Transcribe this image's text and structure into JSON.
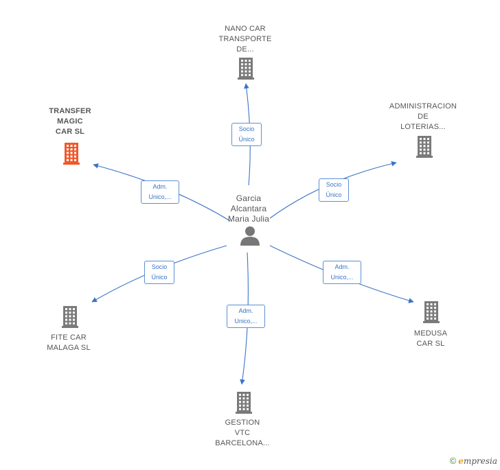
{
  "center": {
    "name": "Garcia\nAlcantara\nMaria Julia",
    "icon": "person-icon"
  },
  "nodes": [
    {
      "id": "nano",
      "name": "NANO CAR\nTRANSPORTE\nDE...",
      "icon": "building-icon",
      "color": "#7a7a7a",
      "relation": "Socio\nÚnico"
    },
    {
      "id": "admin",
      "name": "ADMINISTRACION\nDE\nLOTERIAS...",
      "icon": "building-icon",
      "color": "#7a7a7a",
      "relation": "Socio\nÚnico"
    },
    {
      "id": "medusa",
      "name": "MEDUSA\nCAR SL",
      "icon": "building-icon",
      "color": "#7a7a7a",
      "relation": "Adm.\nUnico,..."
    },
    {
      "id": "gestion",
      "name": "GESTION\nVTC\nBARCELONA...",
      "icon": "building-icon",
      "color": "#7a7a7a",
      "relation": "Adm.\nUnico,..."
    },
    {
      "id": "fite",
      "name": "FITE CAR\nMALAGA SL",
      "icon": "building-icon",
      "color": "#7a7a7a",
      "relation": "Socio\nÚnico"
    },
    {
      "id": "transfer",
      "name": "TRANSFER\nMAGIC\nCAR SL",
      "icon": "building-icon",
      "color": "#f0582a",
      "relation": "Adm.\nUnico,...",
      "highlight": true
    }
  ],
  "colors": {
    "edge": "#3a73c6",
    "person": "#777777"
  },
  "footer": {
    "copyright": "©",
    "brand_first": "e",
    "brand_rest": "mpresia"
  }
}
